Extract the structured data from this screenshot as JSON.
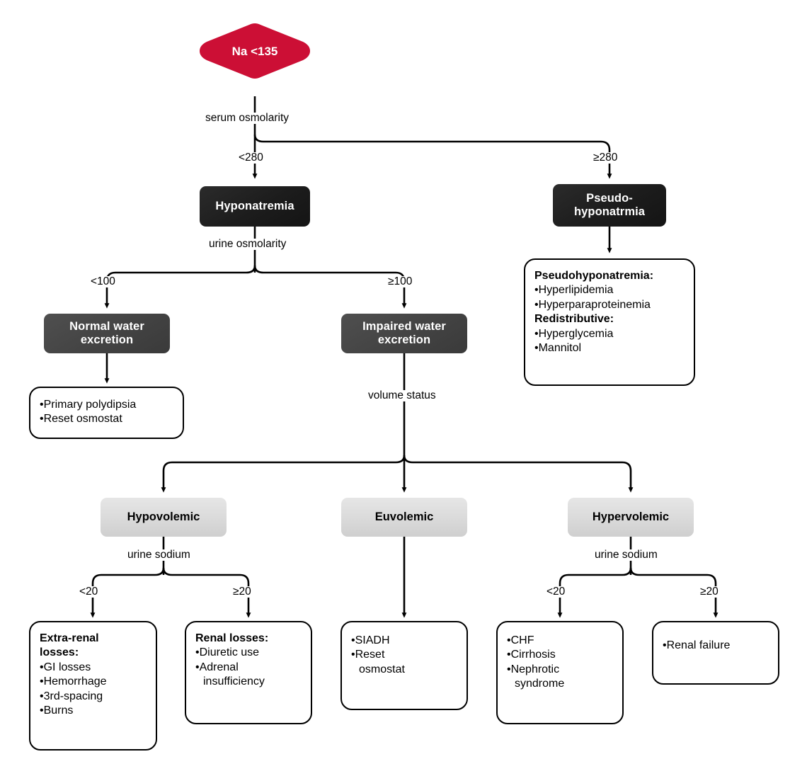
{
  "chart_data": {
    "type": "diagram",
    "title": "Hyponatremia diagnostic algorithm",
    "root": "Na <135"
  },
  "diagram": {
    "root": {
      "label": "Na <135",
      "shape": "diamond",
      "color": "#cc0f35"
    },
    "edges": {
      "serum_osmolarity": "serum osmolarity",
      "lt280": "<280",
      "ge280": "≥280",
      "urine_osmolarity": "urine osmolarity",
      "lt100": "<100",
      "ge100": "≥100",
      "volume_status": "volume status",
      "urine_sodium_left": "urine sodium",
      "urine_sodium_right": "urine sodium",
      "lt20_left": "<20",
      "ge20_left": "≥20",
      "lt20_right": "<20",
      "ge20_right": "≥20"
    },
    "nodes": {
      "hyponatremia": "Hyponatremia",
      "pseudo_hyponatremia": "Pseudo-\nhyponatrmia",
      "normal_water_excretion": "Normal water\nexcretion",
      "impaired_water_excretion": "Impaired water\nexcretion",
      "hypovolemic": "Hypovolemic",
      "euvolemic": "Euvolemic",
      "hypervolemic": "Hypervolemic"
    },
    "leaves": {
      "pseudo_list": {
        "head1": "Pseudohyponatremia:",
        "item1": "•Hyperlipidemia",
        "item2": "•Hyperparaproteinemia",
        "head2": "Redistributive:",
        "item3": "•Hyperglycemia",
        "item4": "•Mannitol"
      },
      "normal_water_list": {
        "item1": "•Primary polydipsia",
        "item2": "•Reset osmostat"
      },
      "extra_renal_losses": {
        "head": "Extra-renal\nlosses:",
        "item1": "•GI losses",
        "item2": "•Hemorrhage",
        "item3": "•3rd-spacing",
        "item4": "•Burns"
      },
      "renal_losses": {
        "head": "Renal losses:",
        "item1": "•Diuretic use",
        "item2": "•Adrenal\n  insufficiency"
      },
      "euvolemic_causes": {
        "item1": "•SIADH",
        "item2": "•Reset\n  osmostat"
      },
      "hypervolemic_causes": {
        "item1": "•CHF",
        "item2": "•Cirrhosis",
        "item3": "•Nephrotic\n  syndrome"
      },
      "renal_failure": {
        "item1": "•Renal failure"
      }
    }
  }
}
